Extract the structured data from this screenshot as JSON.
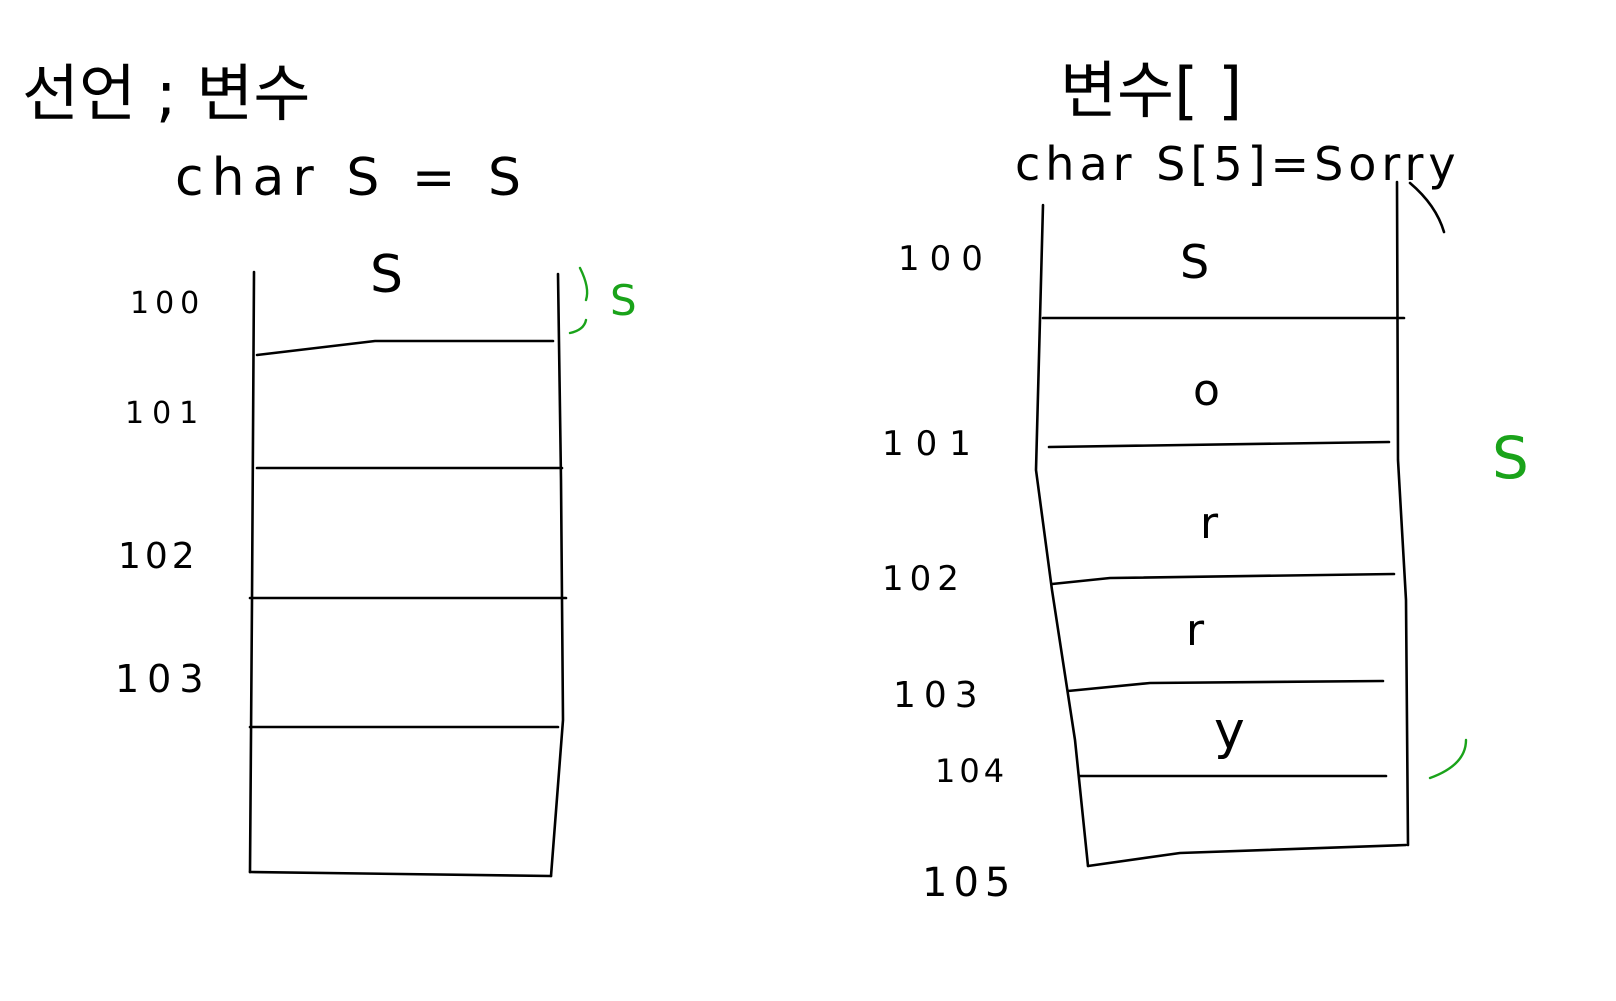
{
  "colors": {
    "ink": "#000000",
    "annotation": "#1aa31a",
    "background": "#ffffff"
  },
  "left": {
    "heading": "선언 ; 변수",
    "declaration": "char S = S",
    "cells": [
      "S",
      "",
      "",
      "",
      ""
    ],
    "addresses": [
      "100",
      "101",
      "102",
      "103"
    ],
    "bracket_label": "S"
  },
  "right": {
    "heading": "변수[ ]",
    "declaration": "char S[5]=Sorry",
    "cells": [
      "S",
      "o",
      "r",
      "r",
      "y",
      ""
    ],
    "addresses": [
      "100",
      "101",
      "102",
      "103",
      "104",
      "105"
    ],
    "bracket_label": "S"
  }
}
